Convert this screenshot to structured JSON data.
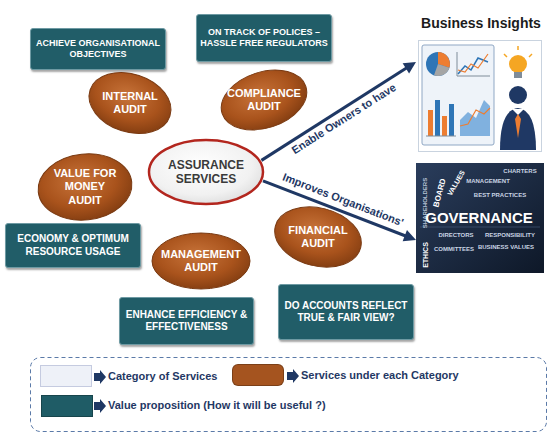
{
  "diagram": {
    "nodes": [
      {
        "text": [
          "ACHIEVE ORGANISATIONAL OBJECTIVES"
        ]
      },
      {
        "text": [
          "ON TRACK OF POLICES – HASSLE FREE REGULATORS"
        ]
      },
      {
        "text": [
          "Business Insights"
        ]
      },
      {
        "text": [
          "INTERNAL AUDIT"
        ]
      },
      {
        "text": [
          "COMPLIANCE AUDIT"
        ]
      },
      {
        "text": [
          "ASSURANCE SERVICES"
        ]
      },
      {
        "text": [
          "VALUE FOR MONEY AUDIT"
        ]
      },
      {
        "text": [
          "SHAREHOLDERS",
          "VALUES",
          "BOARD",
          "MANAGEMENT",
          "CHARTERS",
          "BEST PRACTICES",
          "GOVERNANCE",
          "RESPONSIBILITY",
          "DIRECTORS",
          "COMMITTEES",
          "BUSINESS VALUES",
          "ETHICS"
        ]
      },
      {
        "text": [
          "ECONOMY & OPTIMUM RESOURCE USAGE"
        ]
      },
      {
        "text": [
          "FINANCIAL AUDIT"
        ]
      },
      {
        "text": [
          "MANAGEMENT AUDIT"
        ]
      },
      {
        "text": [
          "DO ACCOUNTS REFLECT TRUE & FAIR VIEW?"
        ]
      },
      {
        "text": [
          "ENHANCE EFFICIENCY & EFFECTIVENESS"
        ]
      }
    ],
    "edges": [
      {
        "from": 5,
        "to": 2,
        "arrow": "to",
        "label": "Enable Owners to have"
      },
      {
        "from": 5,
        "to": 7,
        "arrow": "to",
        "label": "Improves Organisations'"
      }
    ],
    "legend": [
      {
        "text": "Category of Services",
        "color": "#eef1f8"
      },
      {
        "text": "Services under each Category",
        "color": "#a5541f"
      },
      {
        "text": "Value proposition (How it will be useful ?)",
        "color": "#1f5c66"
      }
    ]
  }
}
